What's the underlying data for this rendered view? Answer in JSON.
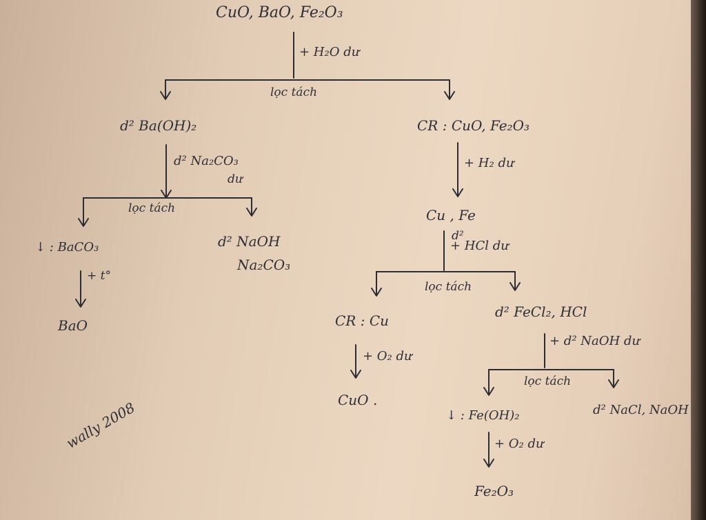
{
  "colors": {
    "ink": "#2e2e38",
    "paper": "#e8d3bd"
  },
  "diagram": {
    "top": "CuO, BaO, Fe₂O₃",
    "add_water": "+ H₂O dư",
    "filter_1": "lọc tách",
    "left_solution": "d² Ba(OH)₂",
    "add_na2co3": "d² Na₂CO₃",
    "add_na2co3_excess": "dư",
    "filter_2": "lọc tách",
    "precipitate_baco3": "↓ : BaCO₃",
    "heat": "+ t°",
    "bao": "BaO",
    "solution_naoh_line1": "d² NaOH",
    "solution_naoh_line2": "Na₂CO₃",
    "right_solid": "CR : CuO, Fe₂O₃",
    "add_h2": "+ H₂ dư",
    "cu_fe": "Cu , Fe",
    "add_hcl_line1": "d²",
    "add_hcl_line2": "+ HCl dư",
    "filter_3": "lọc tách",
    "solid_cu": "CR : Cu",
    "add_o2_1": "+ O₂ dư",
    "cuo": "CuO .",
    "solution_fecl2": "d² FeCl₂, HCl",
    "add_naoh": "+ d² NaOH dư",
    "filter_4": "lọc tách",
    "precipitate_feoh2": "↓ : Fe(OH)₂",
    "solution_nacl": "d² NaCl, NaOH",
    "add_o2_2": "+ O₂ dư",
    "fe2o3": "Fe₂O₃",
    "signature": "wally 2008"
  }
}
